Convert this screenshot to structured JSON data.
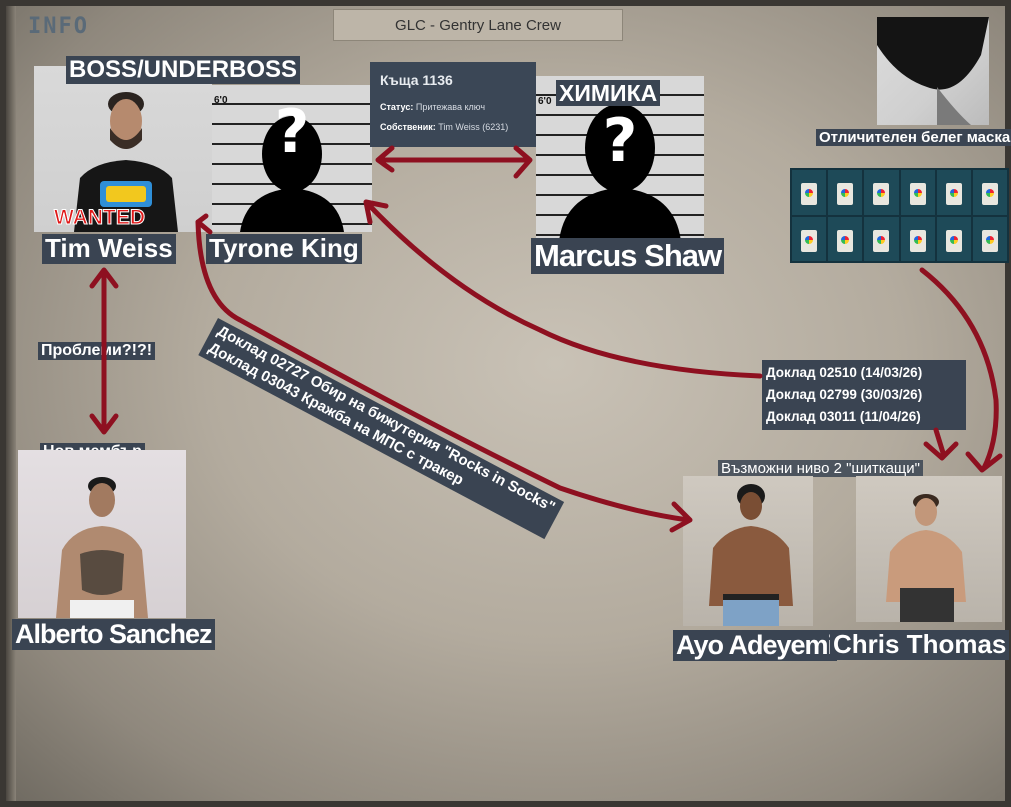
{
  "board": {
    "info_label": "INFO",
    "title": "GLC - Gentry Lane Crew"
  },
  "labels": {
    "boss": "BOSS/UNDERBOSS",
    "chemist": "ХИМИКА",
    "problems": "Проблеми?!?!",
    "new_member": "Нов мембър",
    "mask": "Отличителен белег маска",
    "level2": "Възможни ниво 2 \"шиткащи\""
  },
  "people": {
    "tim": {
      "name": "Tim Weiss",
      "status": "WANTED"
    },
    "tyrone": {
      "name": "Tyrone King"
    },
    "marcus": {
      "name": "Marcus Shaw"
    },
    "alberto": {
      "name": "Alberto Sanchez"
    },
    "ayo": {
      "name": "Ayo Adeyemi"
    },
    "chris": {
      "name": "Chris Thomas"
    }
  },
  "tooltip": {
    "title": "Къща 1136",
    "status_label": "Статус:",
    "status_value": "Притежава ключ",
    "owner_label": "Собственик:",
    "owner_value": "Tim Weiss (6231)"
  },
  "banner": {
    "line1": "Доклад 02727 Обир на бижутерия \"Rocks in Socks\"",
    "line2": "Доклад 03043 Кражба на МПС с тракер"
  },
  "reports": [
    "Доклад 02510 (14/03/26)",
    "Доклад 02799 (30/03/26)",
    "Доклад 03011 (11/04/26)"
  ],
  "mugshot_height": "6'0",
  "colors": {
    "arrow": "#8e1020",
    "label_bg": "#3a4452",
    "wanted": "#e01818"
  }
}
